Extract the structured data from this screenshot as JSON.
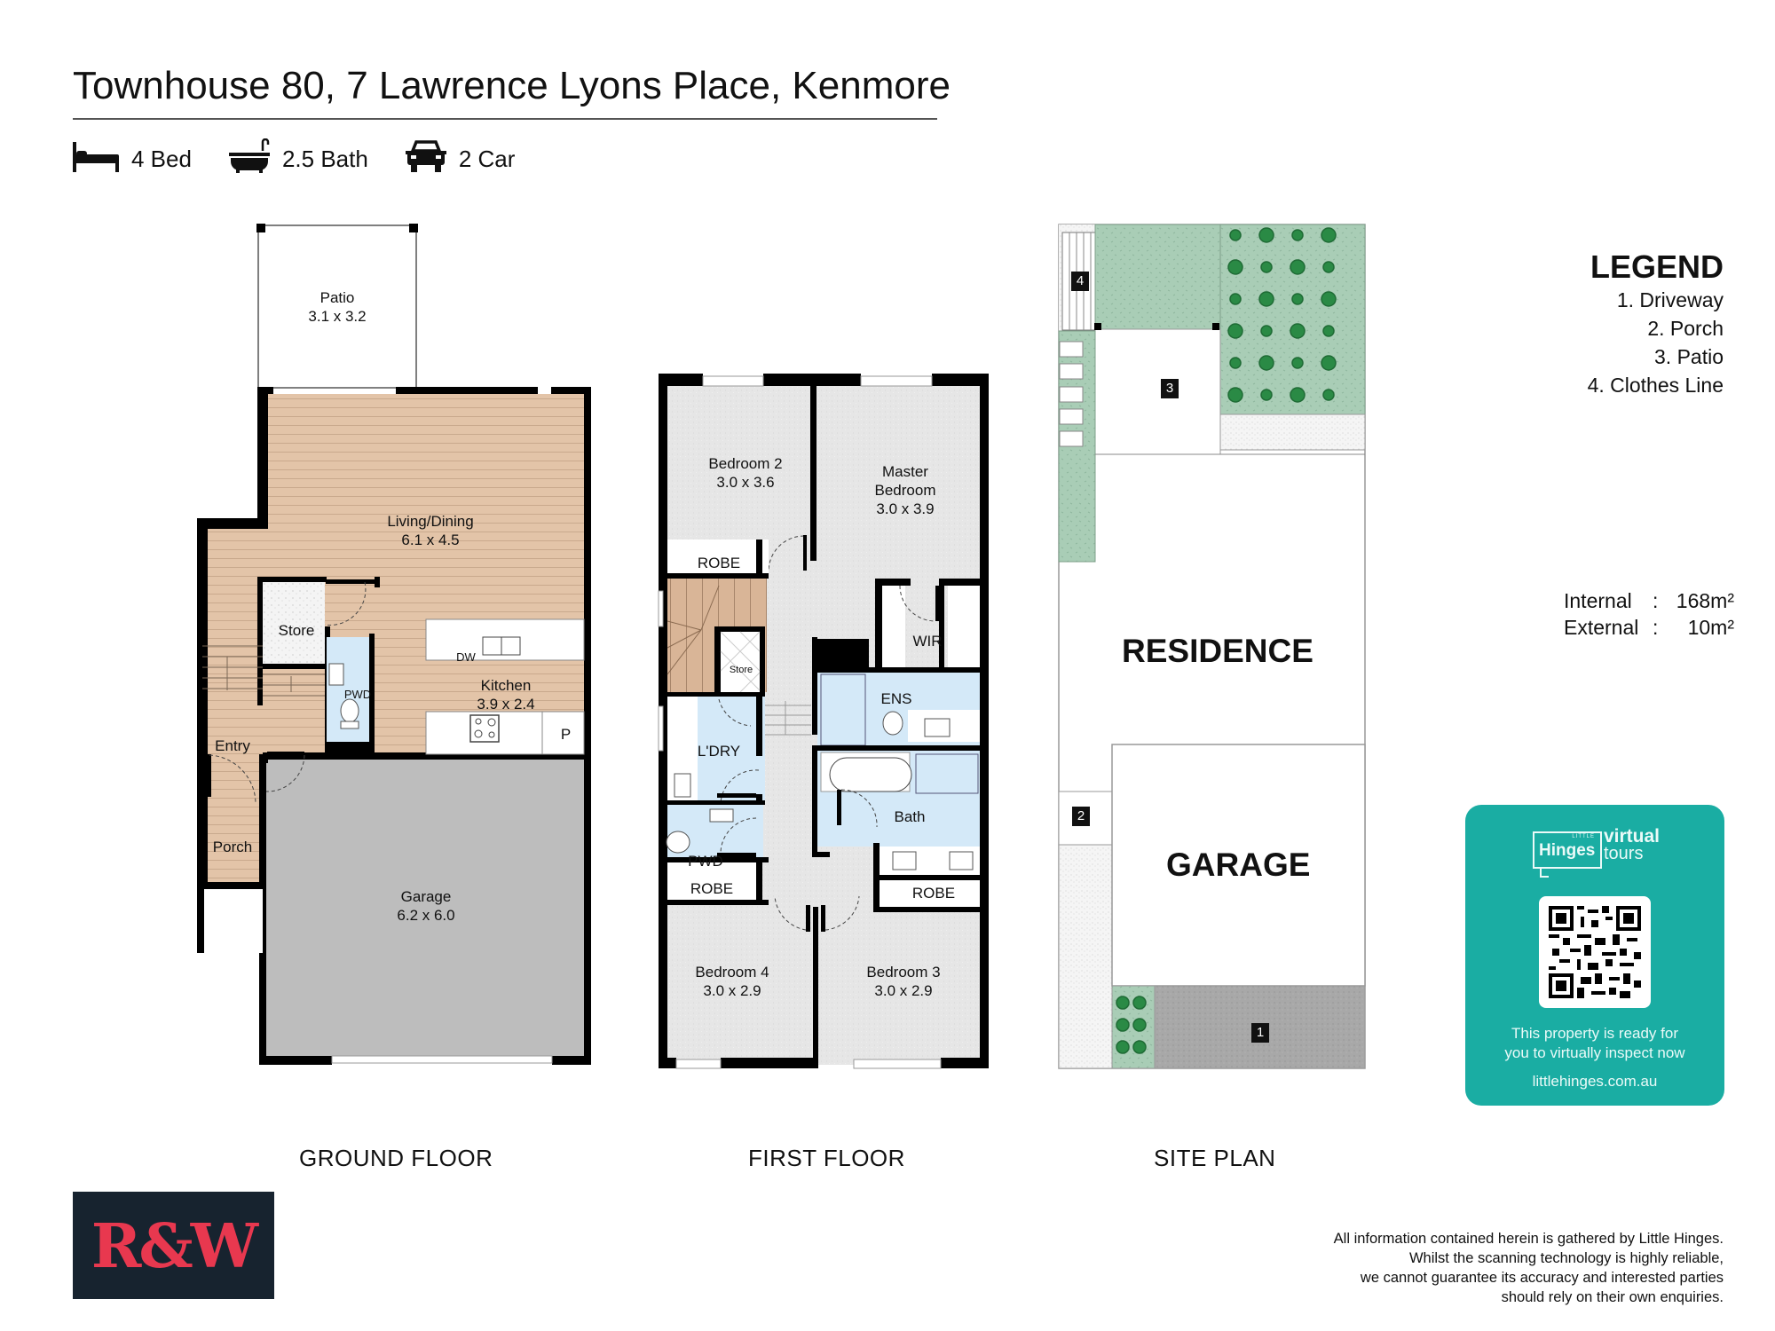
{
  "header": {
    "title": "Townhouse 80, 7 Lawrence Lyons Place, Kenmore",
    "features": [
      {
        "icon": "bed-icon",
        "label": "4 Bed"
      },
      {
        "icon": "bath-icon",
        "label": "2.5 Bath"
      },
      {
        "icon": "car-icon",
        "label": "2 Car"
      }
    ]
  },
  "ground_floor": {
    "caption": "GROUND FLOOR",
    "rooms": {
      "patio": {
        "name": "Patio",
        "dims": "3.1 x 3.2"
      },
      "living": {
        "name": "Living/Dining",
        "dims": "6.1 x 4.5"
      },
      "store": {
        "name": "Store"
      },
      "pwd": {
        "name": "PWD"
      },
      "kitchen": {
        "name": "Kitchen",
        "dims": "3.9 x 2.4"
      },
      "dw": {
        "name": "DW"
      },
      "pantry": {
        "name": "P"
      },
      "entry": {
        "name": "Entry"
      },
      "porch": {
        "name": "Porch"
      },
      "garage": {
        "name": "Garage",
        "dims": "6.2 x 6.0"
      }
    }
  },
  "first_floor": {
    "caption": "FIRST FLOOR",
    "rooms": {
      "bed2": {
        "name": "Bedroom 2",
        "dims": "3.0 x 3.6"
      },
      "master": {
        "name": "Master",
        "name2": "Bedroom",
        "dims": "3.0 x 3.9"
      },
      "robe_bed2": {
        "name": "ROBE"
      },
      "wir": {
        "name": "WIR"
      },
      "store": {
        "name": "Store"
      },
      "ens": {
        "name": "ENS"
      },
      "ldry": {
        "name": "L'DRY"
      },
      "bath": {
        "name": "Bath"
      },
      "pwd": {
        "name": "PWD"
      },
      "robe_bed4": {
        "name": "ROBE"
      },
      "robe_bed3": {
        "name": "ROBE"
      },
      "bed4": {
        "name": "Bedroom 4",
        "dims": "3.0 x 2.9"
      },
      "bed3": {
        "name": "Bedroom 3",
        "dims": "3.0 x 2.9"
      }
    }
  },
  "site_plan": {
    "caption": "SITE PLAN",
    "residence_label": "RESIDENCE",
    "garage_label": "GARAGE",
    "badges": [
      "1",
      "2",
      "3",
      "4"
    ]
  },
  "legend": {
    "title": "LEGEND",
    "items": [
      "1. Driveway",
      "2. Porch",
      "3. Patio",
      "4. Clothes Line"
    ]
  },
  "areas": {
    "internal_label": "Internal",
    "internal_value": "168m²",
    "external_label": "External",
    "external_value": "10m²",
    "separator": ":"
  },
  "virtual_tour": {
    "brand_small": "LITTLE",
    "brand": "Hinges",
    "word1": "virtual",
    "word2": "tours",
    "line1": "This property is ready for",
    "line2": "you to virtually inspect now",
    "url": "littlehinges.com.au",
    "bg_color": "#1aada3"
  },
  "agency_logo": {
    "text": "R&W",
    "bg_color": "#17232f",
    "text_color": "#e8384f"
  },
  "disclaimer": [
    "All information contained herein is gathered by Little Hinges.",
    "Whilst the scanning technology is highly reliable,",
    "we cannot guarantee its accuracy and interested parties",
    "should rely on their own enquiries."
  ],
  "colors": {
    "wall": "#000000",
    "timber_floor": "#e3c4a8",
    "carpet": "#e6e6e6",
    "wet_area": "#d4e9f8",
    "garage_floor": "#bdbdbd",
    "lawn": "#a9cdb6",
    "shrub": "#2a8a45",
    "driveway": "#a8a8a8"
  }
}
